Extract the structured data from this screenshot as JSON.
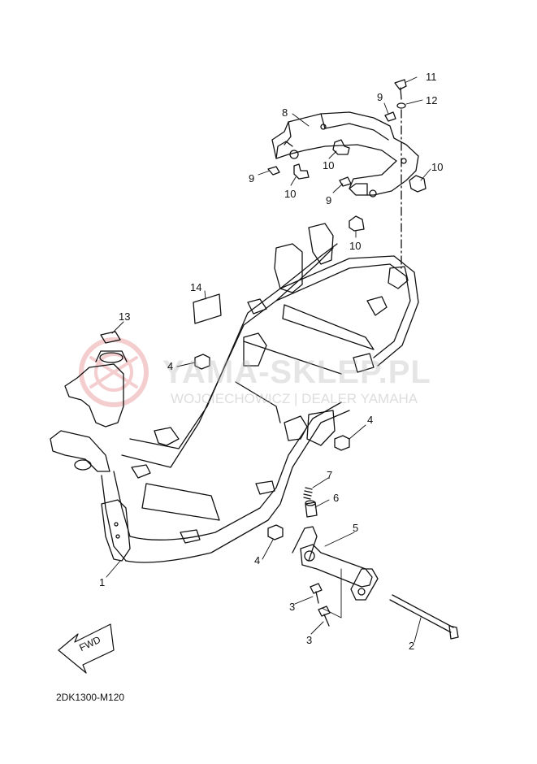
{
  "diagram": {
    "code": "2DK1300-M120",
    "fwd_label": "FWD",
    "watermark": {
      "main": "YAMA-SKLEP.PL",
      "sub": "WOJCIECHOWICZ | DEALER YAMAHA"
    },
    "callouts": [
      "1",
      "2",
      "3",
      "3",
      "4",
      "4",
      "4",
      "5",
      "6",
      "7",
      "8",
      "9",
      "9",
      "9",
      "10",
      "10",
      "10",
      "10",
      "11",
      "12",
      "13",
      "14"
    ]
  }
}
